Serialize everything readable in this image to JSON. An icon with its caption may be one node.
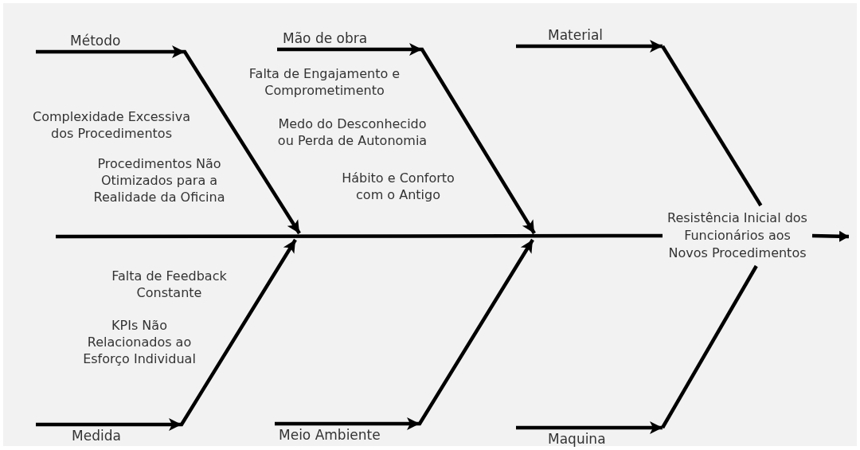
{
  "diagram": {
    "nodes": [
      {
        "text": [
          "Método"
        ]
      },
      {
        "text": [
          "Mão de obra"
        ]
      },
      {
        "text": [
          "Material"
        ]
      },
      {
        "text": [
          "Medida"
        ]
      },
      {
        "text": [
          "Meio Ambiente"
        ]
      },
      {
        "text": [
          "Maquina"
        ]
      },
      {
        "text": [
          "Resistência Inicial dos Funcionários aos Novos Procedimentos"
        ]
      }
    ],
    "edges": [
      {
        "from": 0,
        "to": null,
        "arrow": "to"
      },
      {
        "from": 1,
        "to": null,
        "arrow": "to"
      },
      {
        "from": 2,
        "to": null,
        "arrow": "to"
      },
      {
        "from": 3,
        "to": null,
        "arrow": "to"
      },
      {
        "from": 4,
        "to": null,
        "arrow": "to"
      },
      {
        "from": 5,
        "to": null,
        "arrow": "to"
      },
      {
        "from": null,
        "to": 6,
        "arrow": "none"
      },
      {
        "from": 6,
        "to": null,
        "arrow": "to"
      },
      {
        "from": null,
        "to": 6,
        "arrow": "none"
      },
      {
        "from": null,
        "to": 6,
        "arrow": "none"
      }
    ],
    "labels": [
      "Falta de Engajamento e Comprometimento",
      "Complexidade Excessiva dos Procedimentos",
      "Medo do Desconhecido ou Perda de Autonomia",
      "Procedimentos Não Otimizados para a Realidade da Oficina",
      "Hábito e Conforto com o Antigo",
      "Falta de Feedback Constante",
      "KPIs Não Relacionados ao Esforço Individual"
    ]
  }
}
